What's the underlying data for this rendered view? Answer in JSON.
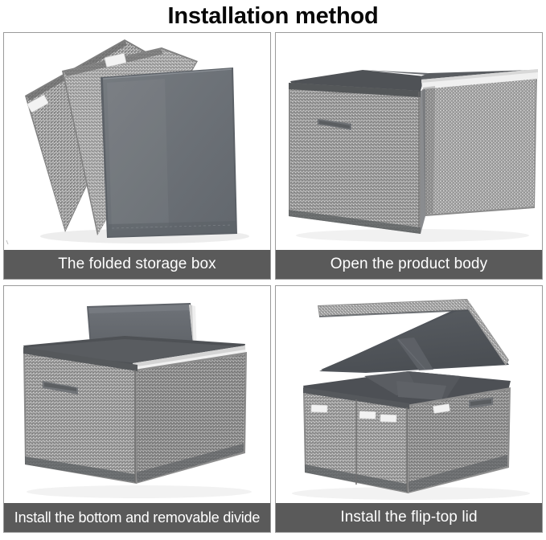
{
  "header": {
    "title": "Installation method"
  },
  "colors": {
    "caption_bar_bg": "#5a5a5a",
    "caption_text": "#ffffff",
    "title_text": "#080808",
    "card_border": "#9a9a9a",
    "page_background": "#ffffff",
    "fabric_light": "#b9b9b9",
    "fabric_mid": "#8d8d8d",
    "fabric_dark": "#6f6f6f",
    "smooth_panel": "#6b7076",
    "interior_dark": "#55585c",
    "trim_white": "#f2f2f2",
    "shadow": "#d9d9d9"
  },
  "steps": [
    {
      "index": 1,
      "caption": "The folded storage box",
      "figure_name": "folded-storage-box-illustration",
      "parts": [
        "folded fabric side panel with white handle tab",
        "folded fabric side panel with white handle tab",
        "smooth dark gray front panel"
      ]
    },
    {
      "index": 2,
      "caption": "Open the product body",
      "figure_name": "open-product-body-illustration",
      "parts": [
        "left box body with fabric handle",
        "right unfolded wing panel with white trim",
        "dark interior base"
      ]
    },
    {
      "index": 3,
      "caption": "Install the bottom and removable divide",
      "figure_name": "install-bottom-divider-illustration",
      "parts": [
        "assembled fabric box with handle",
        "removable divider panel inserted from top",
        "white trim along top rim"
      ]
    },
    {
      "index": 4,
      "caption": "Install the flip-top lid",
      "figure_name": "install-flip-top-lid-illustration",
      "parts": [
        "assembled fabric box with 4 white label tabs",
        "flip-top lid raised open",
        "side carry handle",
        "interior divider"
      ]
    }
  ]
}
